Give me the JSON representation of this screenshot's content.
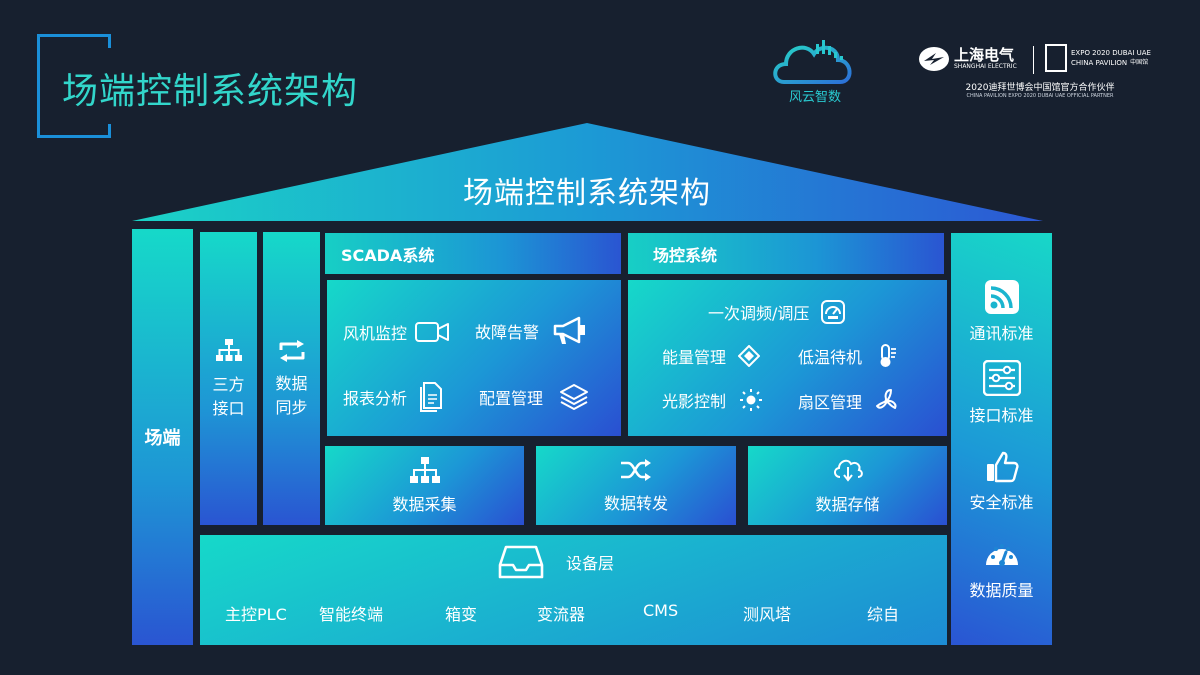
{
  "header": {
    "title": "场端控制系统架构",
    "logo_fengyun_text": "风云智数",
    "se_logo_cn": "上海电气",
    "se_logo_en": "SHANGHAI ELECTRIC",
    "expo_line1": "EXPO 2020 DUBAI UAE",
    "expo_line2": "CHINA PAVILION",
    "expo_line2_cn": "中国馆",
    "partner_cn": "2020迪拜世博会中国馆官方合作伙伴",
    "partner_en": "CHINA PAVILION EXPO 2020 DUBAI UAE OFFICIAL PARTNER"
  },
  "roof": {
    "title": "场端控制系统架构"
  },
  "left_column": {
    "label": "场端"
  },
  "third_party": {
    "label_line1": "三方",
    "label_line2": "接口",
    "icon": "network-icon"
  },
  "data_sync": {
    "label_line1": "数据",
    "label_line2": "同步",
    "icon": "sync-icon"
  },
  "scada": {
    "header": "SCADA系统",
    "items": [
      {
        "label": "风机监控",
        "icon": "video-camera-icon"
      },
      {
        "label": "故障告警",
        "icon": "megaphone-icon"
      },
      {
        "label": "报表分析",
        "icon": "document-icon"
      },
      {
        "label": "配置管理",
        "icon": "layers-icon"
      }
    ]
  },
  "field_control": {
    "header": "场控系统",
    "items": [
      {
        "label": "一次调频/调压",
        "icon": "gauge-icon"
      },
      {
        "label": "能量管理",
        "icon": "energy-diamond-icon"
      },
      {
        "label": "低温待机",
        "icon": "thermometer-icon"
      },
      {
        "label": "光影控制",
        "icon": "sun-icon"
      },
      {
        "label": "扇区管理",
        "icon": "fan-icon"
      }
    ]
  },
  "data_row": [
    {
      "label": "数据采集",
      "icon": "hierarchy-icon"
    },
    {
      "label": "数据转发",
      "icon": "shuffle-icon"
    },
    {
      "label": "数据存储",
      "icon": "cloud-download-icon"
    }
  ],
  "device_layer": {
    "title": "设备层",
    "items": [
      "主控PLC",
      "智能终端",
      "箱变",
      "变流器",
      "CMS",
      "测风塔",
      "综自"
    ]
  },
  "standards": [
    {
      "label": "通讯标准",
      "icon": "rss-icon"
    },
    {
      "label": "接口标准",
      "icon": "sliders-icon"
    },
    {
      "label": "安全标准",
      "icon": "thumbs-up-icon"
    },
    {
      "label": "数据质量",
      "icon": "speedometer-icon"
    }
  ]
}
